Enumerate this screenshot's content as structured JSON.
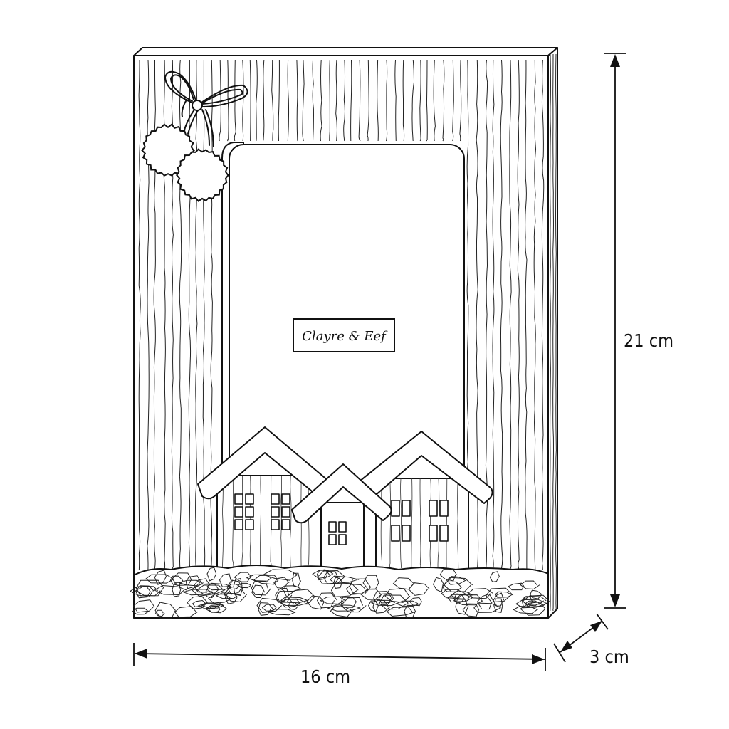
{
  "diagram": {
    "brand_label": "Clayre & Eef",
    "dimensions": {
      "height": "21 cm",
      "width": "16 cm",
      "depth": "3 cm"
    },
    "colors": {
      "line": "#111111",
      "background": "#ffffff"
    }
  }
}
